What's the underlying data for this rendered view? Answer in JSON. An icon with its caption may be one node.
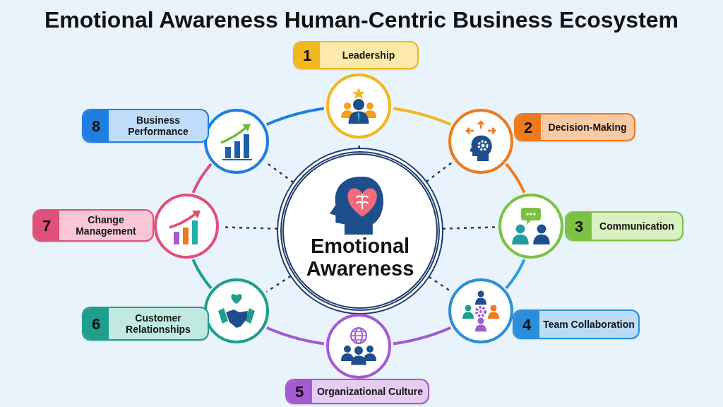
{
  "diagram": {
    "title": "Emotional Awareness Human-Centric Business Ecosystem",
    "nodes": [
      {
        "text": [
          "Emotional Awareness"
        ]
      },
      {
        "text": [],
        "shape": "circle"
      },
      {
        "text": [],
        "shape": "circle"
      },
      {
        "text": [],
        "shape": "circle"
      },
      {
        "text": [],
        "shape": "circle"
      },
      {
        "text": [],
        "shape": "circle"
      },
      {
        "text": [],
        "shape": "circle"
      },
      {
        "text": [],
        "shape": "circle"
      },
      {
        "text": [],
        "shape": "circle"
      },
      {
        "text": [
          "1",
          "Leadership"
        ]
      },
      {
        "text": [
          "2",
          "Decision-Making"
        ]
      },
      {
        "text": [
          "3",
          "Communication"
        ]
      },
      {
        "text": [
          "4",
          "Team Collaboration"
        ]
      },
      {
        "text": [
          "5",
          "Organizational Culture"
        ]
      },
      {
        "text": [
          "6",
          "Customer Relationships"
        ]
      },
      {
        "text": [
          "7",
          "Change Management"
        ]
      },
      {
        "text": [
          "8",
          "Business Performance"
        ]
      }
    ],
    "edges": [
      {
        "from": 1,
        "to": 2,
        "arrow": "none",
        "color": "#f2b61f"
      },
      {
        "from": 2,
        "to": 3,
        "arrow": "none",
        "color": "#ee7a1e"
      },
      {
        "from": 3,
        "to": 4,
        "arrow": "none",
        "color": "#2f9be0"
      },
      {
        "from": 4,
        "to": 5,
        "arrow": "none",
        "color": "#a45ad0"
      },
      {
        "from": 5,
        "to": 6,
        "arrow": "none",
        "color": "#a45ad0"
      },
      {
        "from": 6,
        "to": 7,
        "arrow": "none",
        "color": "#1f9e8e"
      },
      {
        "from": 7,
        "to": 8,
        "arrow": "none",
        "color": "#e0507a"
      },
      {
        "from": 8,
        "to": 1,
        "arrow": "none",
        "color": "#1f7fe0"
      },
      {
        "from": 0,
        "to": 1,
        "arrow": "none",
        "style": "dashed"
      },
      {
        "from": 0,
        "to": 2,
        "arrow": "none",
        "style": "dashed"
      },
      {
        "from": 0,
        "to": 3,
        "arrow": "none",
        "style": "dashed"
      },
      {
        "from": 0,
        "to": 4,
        "arrow": "none",
        "style": "dashed"
      },
      {
        "from": 0,
        "to": 6,
        "arrow": "none",
        "style": "dashed"
      },
      {
        "from": 0,
        "to": 7,
        "arrow": "none",
        "style": "dashed"
      },
      {
        "from": 0,
        "to": 8,
        "arrow": "none",
        "style": "dashed"
      }
    ]
  }
}
